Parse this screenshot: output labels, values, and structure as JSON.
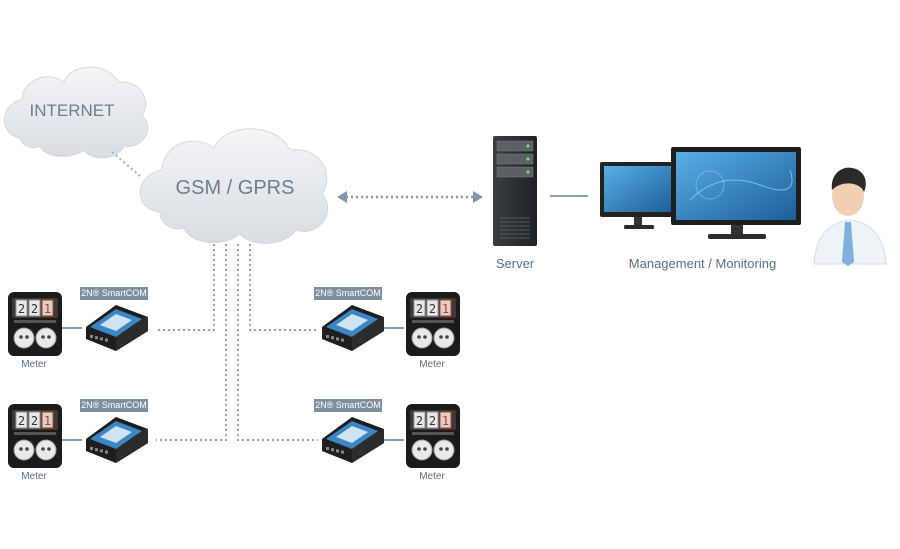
{
  "clouds": {
    "internet": "INTERNET",
    "gsm": "GSM / GPRS"
  },
  "server": {
    "label": "Server"
  },
  "management": {
    "label": "Management / Monitoring"
  },
  "nodes": [
    {
      "device": "2N® SmartCOM",
      "meter": "Meter",
      "digits": [
        "2",
        "2",
        "1"
      ]
    },
    {
      "device": "2N® SmartCOM",
      "meter": "Meter",
      "digits": [
        "2",
        "2",
        "1"
      ]
    },
    {
      "device": "2N® SmartCOM",
      "meter": "Meter",
      "digits": [
        "2",
        "2",
        "1"
      ]
    },
    {
      "device": "2N® SmartCOM",
      "meter": "Meter",
      "digits": [
        "2",
        "2",
        "1"
      ]
    }
  ],
  "colors": {
    "cloud": "#e7eaed",
    "connector": "#8aa0b0",
    "label": "#5a6f7f",
    "tag": "#7d8f9c",
    "screen": "#2f7fbf"
  }
}
